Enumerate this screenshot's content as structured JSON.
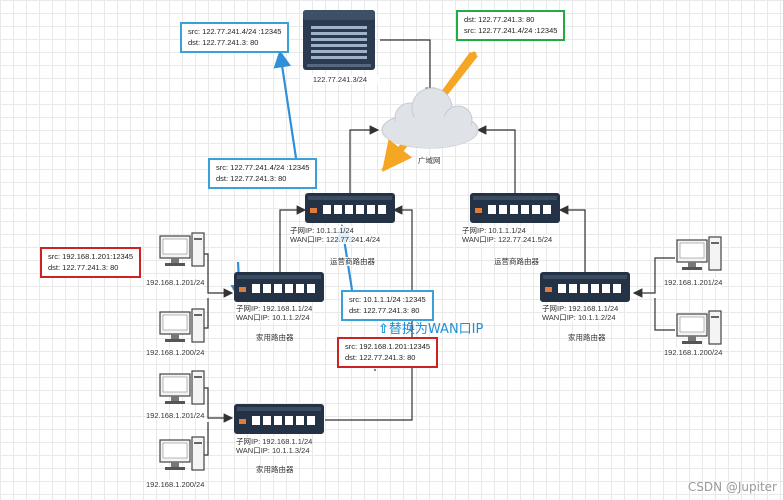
{
  "server": {
    "label": "122.77.241.3/24"
  },
  "wan": {
    "label": "广域网"
  },
  "replace_note": {
    "arrow": "⇧",
    "text": "替换为WAN口IP"
  },
  "watermark": "CSDN @Jupiter",
  "routers": {
    "isp1": {
      "subnet_ip": "子网IP:   10.1.1.1/24",
      "wan_ip": "WAN口IP:  122.77.241.4/24",
      "name": "运营商路由器"
    },
    "isp2": {
      "subnet_ip": "子网IP:   10.1.1.1/24",
      "wan_ip": "WAN口IP:  122.77.241.5/24",
      "name": "运营商路由器"
    },
    "home1": {
      "subnet_ip": "子网IP:   192.168.1.1/24",
      "wan_ip": "WAN口IP:  10.1.1.2/24",
      "name": "家用路由器"
    },
    "home2": {
      "subnet_ip": "子网IP:   192.168.1.1/24",
      "wan_ip": "WAN口IP:   10.1.1.3/24",
      "name": "家用路由器"
    },
    "home3": {
      "subnet_ip": "子网IP:   192.168.1.1/24",
      "wan_ip": "WAN口IP:  10.1.1.2/24",
      "name": "家用路由器"
    }
  },
  "hosts": {
    "h1": "192.168.1.201/24",
    "h2": "192.168.1.200/24",
    "h3": "192.168.1.201/24",
    "h4": "192.168.1.200/24",
    "h5": "192.168.1.201/24",
    "h6": "192.168.1.200/24"
  },
  "packets": {
    "top_blue": {
      "src": "src:  122.77.241.4/24 :12345",
      "dst": "dst:  122.77.241.3: 80"
    },
    "top_green": {
      "dst": "dst:  122.77.241.3: 80",
      "src": "src:  122.77.241.4/24 :12345"
    },
    "mid_blue": {
      "src": "src:  122.77.241.4/24 :12345",
      "dst": "dst:  122.77.241.3: 80"
    },
    "left_red": {
      "src": "src:  192.168.1.201:12345",
      "dst": "dst:  122.77.241.3: 80"
    },
    "center_blue": {
      "src": "src: 10.1.1.1/24 :12345",
      "dst": "dst:  122.77.241.3: 80"
    },
    "bottom_red": {
      "src": "src:  192.168.1.201:12345",
      "dst": "dst:  122.77.241.3: 80"
    }
  }
}
